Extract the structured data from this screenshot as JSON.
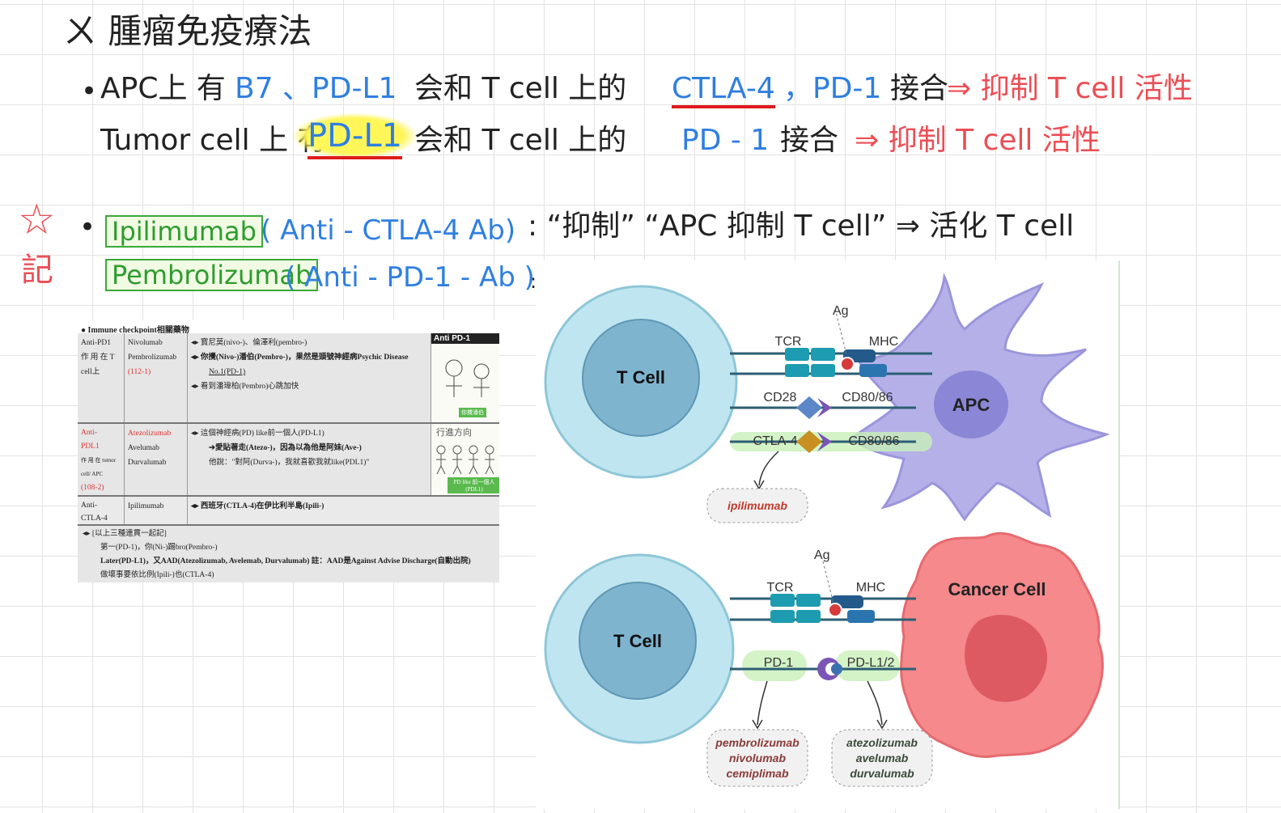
{
  "heading": "ㄨ 腫瘤免疫療法",
  "line1": {
    "bullet": "•",
    "a": "APC上 有",
    "b": "B7 、PD-L1",
    "c": "会和  T cell 上的",
    "d": "CTLA-4",
    "e": "，PD-1",
    "f": "接合",
    "g": "⇒ 抑制 T cell 活性"
  },
  "line2": {
    "a": "Tumor cell 上 有",
    "b": "PD-L1",
    "c": "会和  T cell 上的",
    "d": "PD - 1",
    "e": "接合",
    "f": "⇒ 抑制 T cell 活性"
  },
  "star_note": {
    "star": "☆",
    "text": "記"
  },
  "line3": {
    "bullet": "•",
    "drug1": "Ipilimumab",
    "drug1_desc": "( Anti - CTLA-4  Ab)",
    "drug2": "Pembrolizumab",
    "drug2_desc": "( Anti - PD-1 - Ab )",
    "explain": ": “抑制” “APC 抑制 T cell” ⇒ 活化  T cell",
    "colon2": ":"
  },
  "table": {
    "title": "Immune checkpoint相關藥物",
    "rows": [
      {
        "group": [
          "Anti-PD1",
          "作 用 在 T",
          "cell上"
        ],
        "drugs": [
          "Nivolumab",
          "Pembrolizumab",
          "(112-1)"
        ],
        "notes": [
          "寶尼莫(nivo-)、倫澤利(pembro-)",
          "你攪(Nivo-)潘伯(Pembro-)，果然是頭號神經病Psychic Disease",
          "No.1(PD-1)",
          "看到潘瑋柏(Pembro)心跳加快"
        ],
        "thumb_title": "Anti PD-1",
        "thumb_caption": "你攪潘伯"
      },
      {
        "group": [
          "Anti-",
          "PDL1",
          "作 用 在 tumor",
          "cell/ APC",
          "(108-2)"
        ],
        "drugs": [
          "Atezolizumab",
          "Avelumab",
          "Durvalumab"
        ],
        "notes": [
          "這個神經病(PD) like前一個人(PD-L1)",
          "➔愛貼著走(Atezo-)，因為以為他是阿妹(Ave-)",
          "他說：\"對阿(Durva-)，我就喜歡我就like(PDL1)\""
        ],
        "thumb_title": "行進方向",
        "thumb_caption": "PD like 前一個人 (PDL1)"
      },
      {
        "group": [
          "Anti-",
          "CTLA-4"
        ],
        "drugs": [
          "Ipilimumab"
        ],
        "notes": [
          "西班牙(CTLA-4)在伊比利半島(Ipili-)"
        ]
      }
    ],
    "footer": [
      "[以上三種連貫一起記]",
      "第一(PD-1)，你(Ni-)踢bro(Pembro-)",
      "Later(PD-L1)，又AAD(Atezolizumab, Avelemab, Durvalumab) 註：AAD是Against Advise Discharge(自動出院)",
      "做壞事要依比例(Ipili-)也(CTLA-4)"
    ]
  },
  "diagram_top": {
    "tcell": "T Cell",
    "apc": "APC",
    "ag": "Ag",
    "tcr": "TCR",
    "mhc": "MHC",
    "cd28": "CD28",
    "cd80_1": "CD80/86",
    "ctla4": "CTLA-4",
    "cd80_2": "CD80/86",
    "drug": "ipilimumab"
  },
  "diagram_bottom": {
    "tcell": "T Cell",
    "cancer": "Cancer Cell",
    "ag": "Ag",
    "tcr": "TCR",
    "mhc": "MHC",
    "pd1": "PD-1",
    "pdl1": "PD-L1/2",
    "drugs_left": [
      "pembrolizumab",
      "nivolumab",
      "cemiplimab"
    ],
    "drugs_right": [
      "atezolizumab",
      "avelumab",
      "durvalumab"
    ]
  },
  "colors": {
    "blue": "#2f7fe0",
    "red": "#ec4e55",
    "green": "#2e9c2e",
    "tcell": "#bfe6f0",
    "apc": "#b5b1e8",
    "cancer": "#f5898c"
  }
}
